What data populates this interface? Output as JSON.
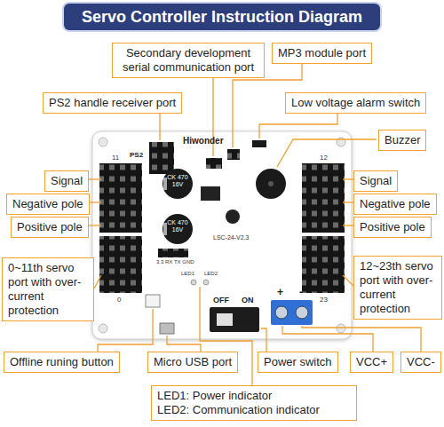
{
  "diagram": {
    "title": "Servo Controller Instruction Diagram",
    "nodes": [
      {
        "text": [
          "Secondary development serial communication port"
        ]
      },
      {
        "text": [
          "MP3 module port"
        ]
      },
      {
        "text": [
          "PS2 handle receiver port"
        ]
      },
      {
        "text": [
          "Low voltage alarm switch"
        ]
      },
      {
        "text": [
          "Buzzer"
        ]
      },
      {
        "text": [
          "Signal"
        ]
      },
      {
        "text": [
          "Signal"
        ]
      },
      {
        "text": [
          "Negative pole"
        ]
      },
      {
        "text": [
          "Negative pole"
        ]
      },
      {
        "text": [
          "Positive pole"
        ]
      },
      {
        "text": [
          "Positive pole"
        ]
      },
      {
        "text": [
          "0~11th servo port with over-current protection"
        ]
      },
      {
        "text": [
          "12~23th servo port with over-current protection"
        ]
      },
      {
        "text": [
          "Offline runing button"
        ]
      },
      {
        "text": [
          "Micro USB port"
        ]
      },
      {
        "text": [
          "Power switch"
        ]
      },
      {
        "text": [
          "VCC+"
        ]
      },
      {
        "text": [
          "VCC-"
        ]
      },
      {
        "text": [
          "LED1: Power indicator",
          "LED2: Communication indicator"
        ]
      }
    ],
    "labels": [
      "PS2",
      "Hiwonder",
      "CK 470 16V",
      "CK 470 16V",
      "LSC-24-V2.3",
      "3.3 RX TX GND",
      "LED1",
      "LED2",
      "OFF",
      "ON",
      "+",
      "-",
      "11",
      "0",
      "12",
      "23"
    ]
  }
}
